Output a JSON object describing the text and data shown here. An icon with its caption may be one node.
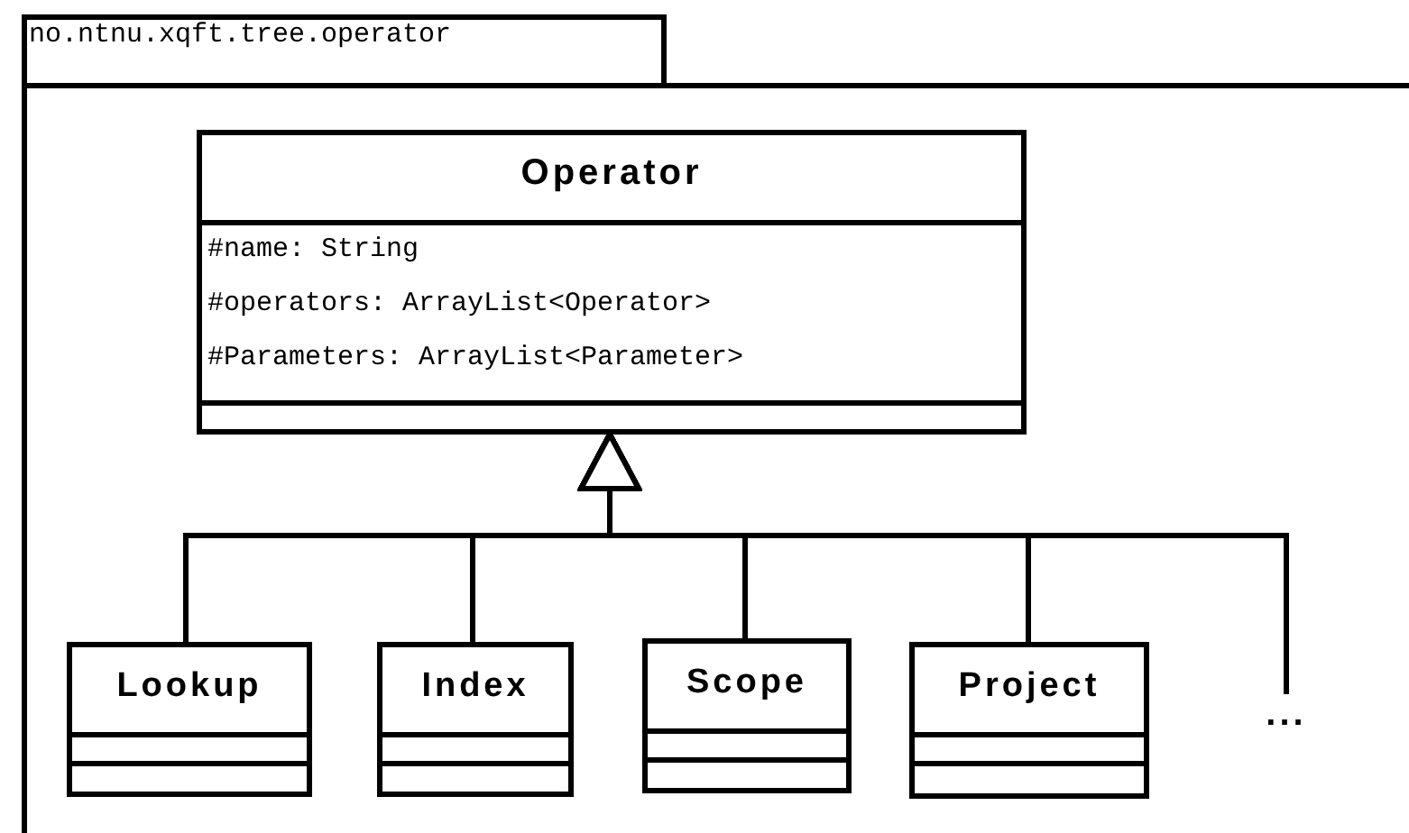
{
  "diagram": {
    "nodes": [
      {
        "text": [
          "no.ntnu.xqft.tree.operator"
        ]
      },
      {
        "text": [
          "Operator",
          "#name: String",
          "#operators: ArrayList<Operator>",
          "#Parameters: ArrayList<Parameter>"
        ],
        "in": 0
      },
      {
        "text": [
          "Lookup"
        ],
        "in": 0
      },
      {
        "text": [
          "Index"
        ],
        "in": 0
      },
      {
        "text": [
          "Scope"
        ],
        "in": 0
      },
      {
        "text": [
          "Project"
        ],
        "in": 0
      },
      {
        "text": [
          "..."
        ],
        "in": 0
      }
    ],
    "edges": [
      {
        "from": 2,
        "to": 1,
        "arrow": "to"
      },
      {
        "from": 3,
        "to": 1,
        "arrow": "to"
      },
      {
        "from": 4,
        "to": 1,
        "arrow": "to"
      },
      {
        "from": 5,
        "to": 1,
        "arrow": "to"
      },
      {
        "from": 6,
        "to": 1,
        "arrow": "to"
      }
    ]
  }
}
